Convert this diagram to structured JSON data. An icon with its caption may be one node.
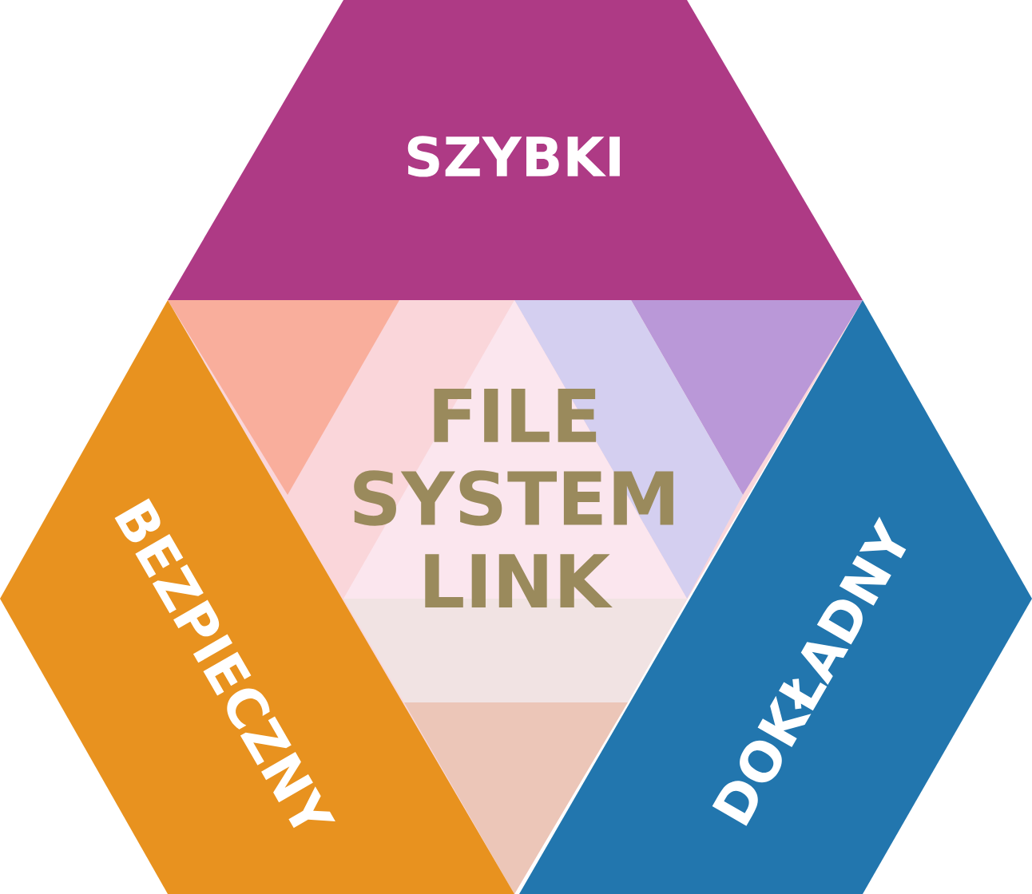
{
  "diagram": {
    "nodes": [
      {
        "text": [
          "SZYBKI"
        ]
      },
      {
        "text": [
          "FILE SYSTEM LINK"
        ]
      },
      {
        "text": [
          "BEZPIECZNY"
        ]
      },
      {
        "text": [
          "DOKŁADNY"
        ]
      }
    ]
  }
}
